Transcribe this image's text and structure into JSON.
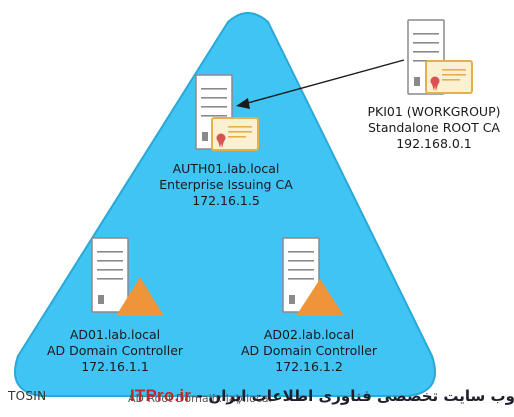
{
  "colors": {
    "domain_triangle_fill": "#3fc4f4",
    "domain_triangle_stroke": "#2aa8d8",
    "server_body": "#ffffff",
    "server_outline": "#8a8a8a",
    "certificate_fill": "#fbf1d2",
    "certificate_border": "#e3b04b",
    "certificate_seal": "#d9534f",
    "warning_triangle": "#f0943a",
    "arrow": "#1a1a1a",
    "watermark_brand": "#c0262d"
  },
  "nodes": {
    "auth01": {
      "icon": "server-with-certificate-icon",
      "line1": "AUTH01.lab.local",
      "line2": "Enterprise Issuing CA",
      "line3": "172.16.1.5"
    },
    "pki01": {
      "icon": "server-with-certificate-icon",
      "line1": "PKI01 (WORKGROUP)",
      "line2": "Standalone ROOT CA",
      "line3": "192.168.0.1"
    },
    "ad01": {
      "icon": "server-with-warning-triangle-icon",
      "line1": "AD01.lab.local",
      "line2": "AD Domain Controller",
      "line3": "172.16.1.1"
    },
    "ad02": {
      "icon": "server-with-warning-triangle-icon",
      "line1": "AD02.lab.local",
      "line2": "AD Domain Controller",
      "line3": "172.16.1.2"
    }
  },
  "edges": [
    {
      "from": "pki01",
      "to": "auth01",
      "style": "arrow"
    }
  ],
  "footer": {
    "left_fragment": "TOSIN",
    "behind_text": "AD Root Domain: lab.local",
    "watermark_brand": "ITPro.ir",
    "watermark_text": " - وب سایت تخصصی فناوری اطلاعات ایران"
  }
}
